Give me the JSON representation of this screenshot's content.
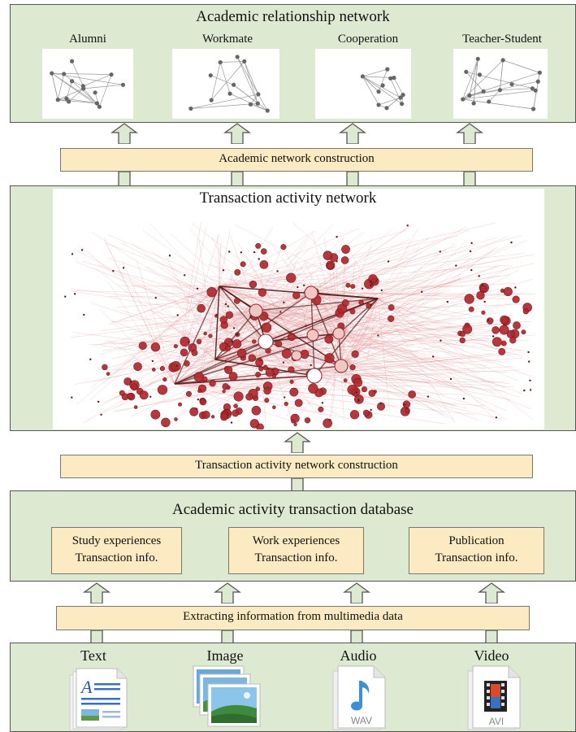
{
  "top_panel": {
    "title": "Academic relationship network",
    "networks": [
      {
        "label": "Alumni"
      },
      {
        "label": "Workmate"
      },
      {
        "label": "Cooperation"
      },
      {
        "label": "Teacher-Student"
      }
    ]
  },
  "construction_bar": "Academic network construction",
  "transaction_panel": {
    "title": "Transaction activity network"
  },
  "transaction_bar": "Transaction activity network construction",
  "database_panel": {
    "title": "Academic activity transaction database",
    "boxes": [
      {
        "line1": "Study experiences",
        "line2": "Transaction info."
      },
      {
        "line1": "Work experiences",
        "line2": "Transaction info."
      },
      {
        "line1": "Publication",
        "line2": "Transaction info."
      }
    ]
  },
  "extract_bar": "Extracting information from multimedia data",
  "media": [
    {
      "label": "Text",
      "icon": "text-document-icon"
    },
    {
      "label": "Image",
      "icon": "image-stack-icon"
    },
    {
      "label": "Audio",
      "icon": "audio-wav-icon",
      "badge": "WAV"
    },
    {
      "label": "Video",
      "icon": "video-avi-icon",
      "badge": "AVI"
    }
  ],
  "colors": {
    "panel": "#dde9d0",
    "bar": "#fcebc2",
    "node": "#b0282e",
    "edge": "#d9777a"
  }
}
